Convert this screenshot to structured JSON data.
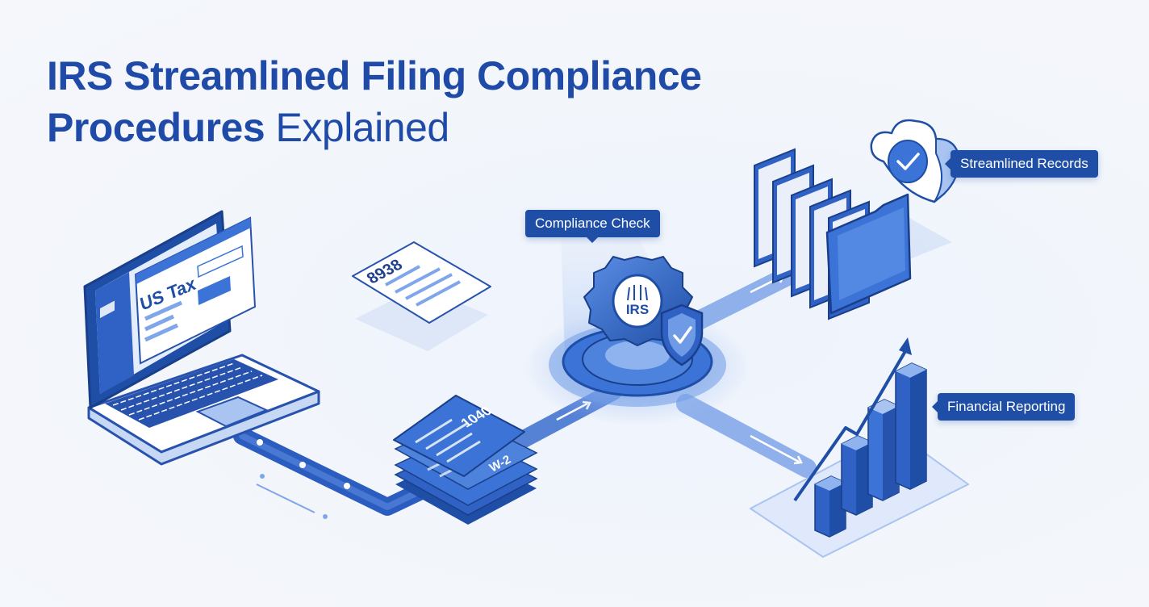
{
  "title": {
    "bold": "IRS Streamlined Filing Compliance",
    "bold2": "Procedures",
    "light": "Explained"
  },
  "laptop": {
    "screen_text": "US Tax"
  },
  "forms": {
    "form_8938": "8938",
    "form_1040": "1040",
    "form_w2": "W-2"
  },
  "hub": {
    "logo_text": "IRS",
    "callout": "Compliance Check"
  },
  "records": {
    "callout": "Streamlined Records"
  },
  "reporting": {
    "callout": "Financial Reporting"
  },
  "colors": {
    "primary": "#1f4ea6",
    "mid": "#3b73d6",
    "light": "#a9c4f0",
    "pale": "#dfe9fb",
    "background": "#f3f6fb"
  },
  "icons": [
    "laptop-icon",
    "document-icon",
    "gear-icon",
    "shield-check-icon",
    "folder-icon",
    "cloud-check-icon",
    "bar-chart-icon",
    "arrow-icon"
  ]
}
